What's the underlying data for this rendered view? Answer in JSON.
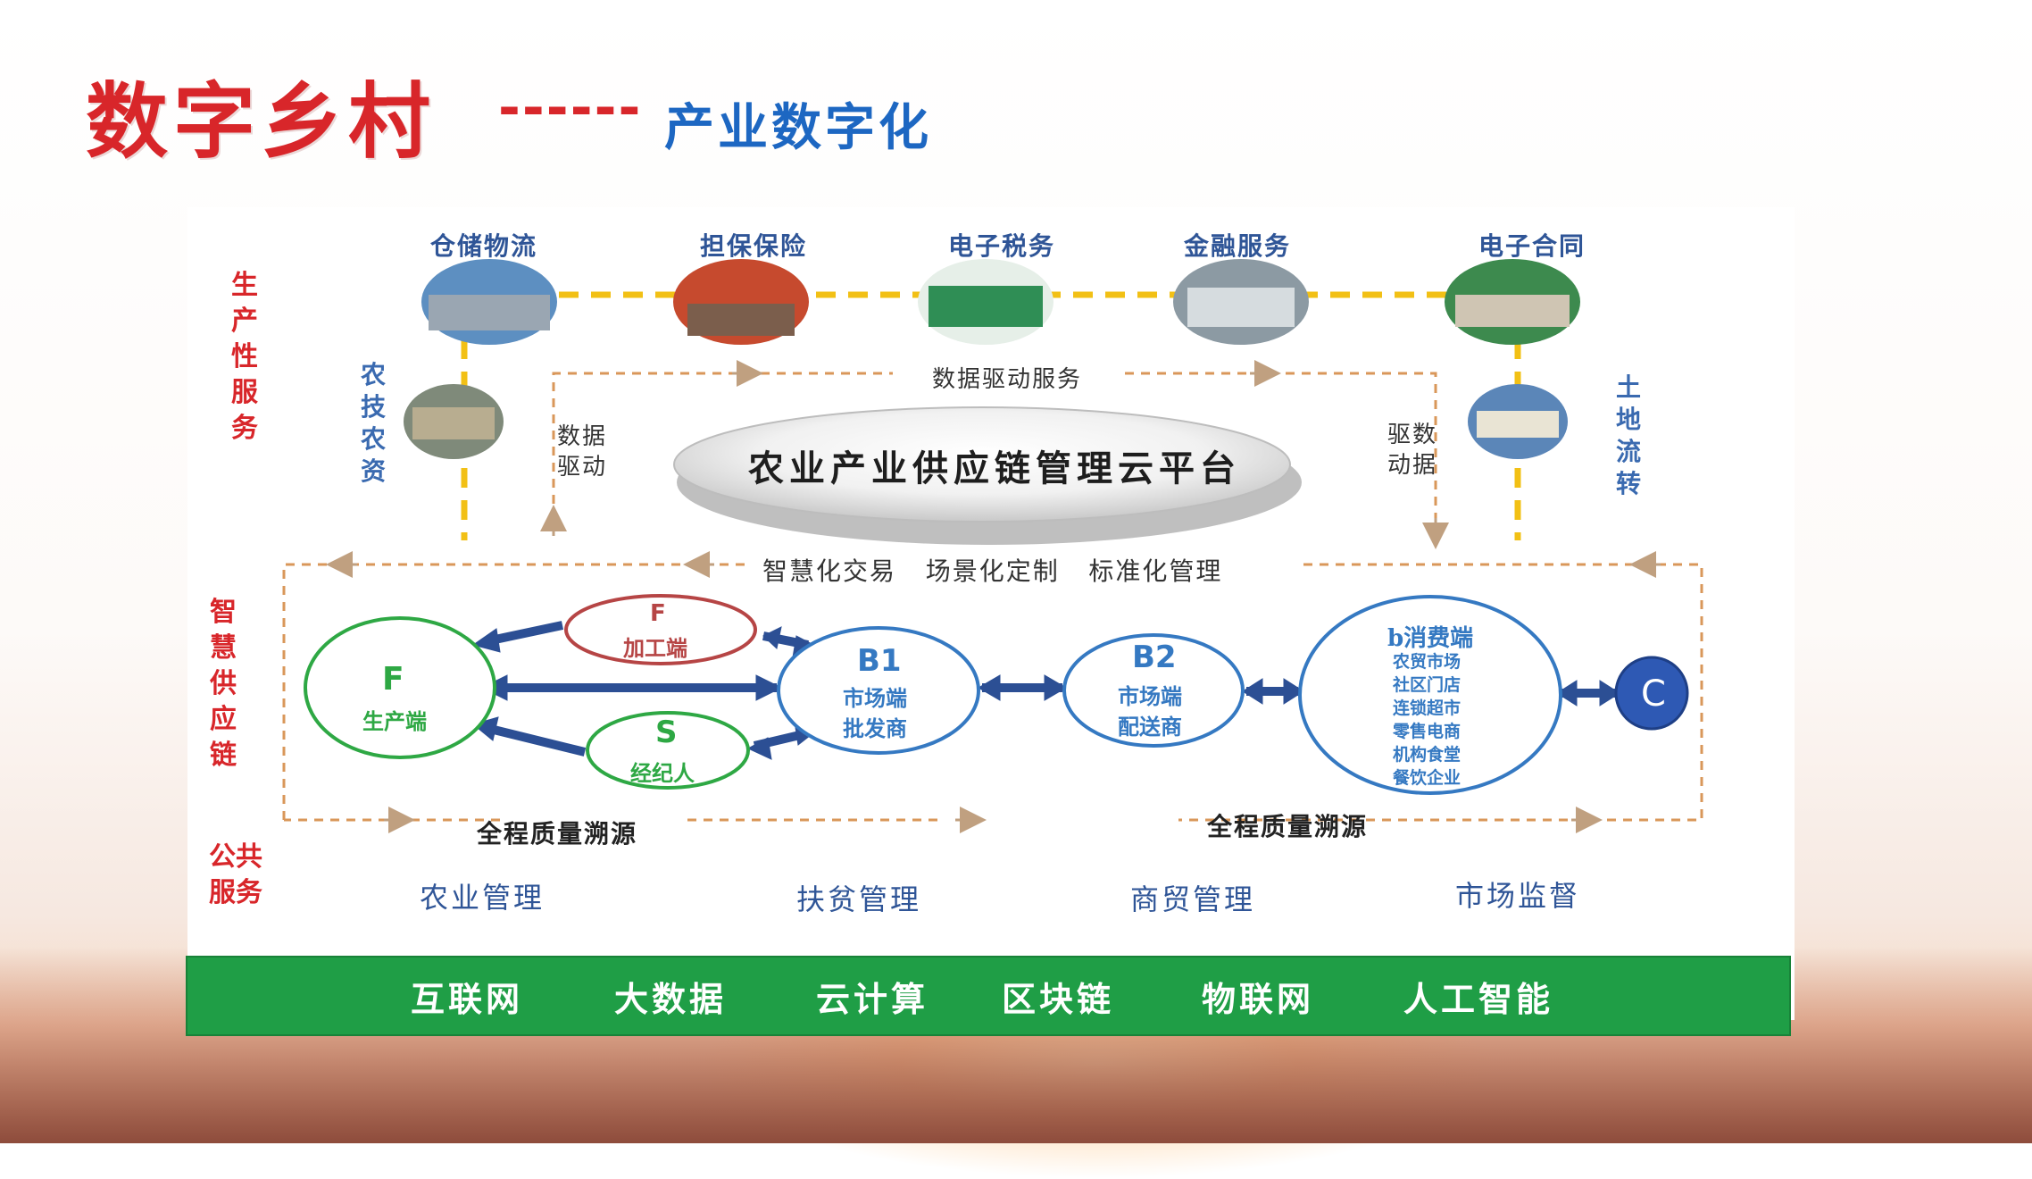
{
  "title": {
    "main": "数字乡村",
    "dash": "------",
    "sub": "产业数字化"
  },
  "side_labels": {
    "productive": "生产性服务",
    "smart_chain": "智慧供应链",
    "public": "公共服务",
    "agri_tech": "农技农资",
    "land": "土地流转"
  },
  "top_services": [
    "仓储物流",
    "担保保险",
    "电子税务",
    "金融服务",
    "电子合同"
  ],
  "data_driven": {
    "service": "数据驱动服务",
    "left": [
      "数据",
      "驱动"
    ],
    "right": [
      "驱数",
      "动据"
    ]
  },
  "platform": "农业产业供应链管理云平台",
  "features": "智慧化交易   场景化定制   标准化管理",
  "nodes": {
    "f_main": {
      "letter": "F",
      "label": "生产端"
    },
    "f_proc": {
      "letter": "F",
      "label": "加工端"
    },
    "s": {
      "letter": "S",
      "label": "经纪人"
    },
    "b1": {
      "letter": "B1",
      "lines": [
        "市场端",
        "批发商"
      ]
    },
    "b2": {
      "letter": "B2",
      "lines": [
        "市场端",
        "配送商"
      ]
    },
    "b_consumer": {
      "title": "b消费端",
      "lines": [
        "农贸市场",
        "社区门店",
        "连锁超市",
        "零售电商",
        "机构食堂",
        "餐饮企业"
      ]
    },
    "c": {
      "letter": "C"
    }
  },
  "trace": [
    "全程质量溯源",
    "全程质量溯源"
  ],
  "public_services": [
    "农业管理",
    "扶贫管理",
    "商贸管理",
    "市场监督"
  ],
  "tech": [
    "互联网",
    "大数据",
    "云计算",
    "区块链",
    "物联网",
    "人工智能"
  ],
  "colors": {
    "red": "#d8262a",
    "blue": "#1d67c2",
    "green": "#1f9e46",
    "yellow": "#f2c015",
    "navy": "#2c4f94",
    "orange_dash": "#d9975a"
  }
}
